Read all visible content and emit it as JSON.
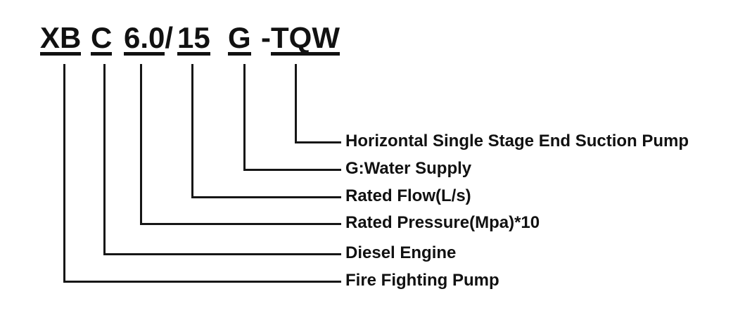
{
  "colors": {
    "background": "#ffffff",
    "text": "#111111",
    "line": "#161616"
  },
  "model_code": {
    "full": "XB C 6.0/ 15 G -TQW",
    "segments": [
      {
        "code": "XB",
        "text": "XB"
      },
      {
        "code": "C",
        "text": "C"
      },
      {
        "code": "6.0",
        "text": "6.0",
        "suffix": "/"
      },
      {
        "code": "15",
        "text": "15"
      },
      {
        "code": "G",
        "text": "G"
      },
      {
        "code": "TQW",
        "text": "TQW",
        "prefix": "-"
      }
    ]
  },
  "legend": {
    "entries": [
      {
        "code": "TQW",
        "label": "Horizontal Single Stage End Suction Pump"
      },
      {
        "code": "G",
        "label": "G:Water Supply"
      },
      {
        "code": "15",
        "label": "Rated Flow(L/s)"
      },
      {
        "code": "6.0",
        "label": "Rated Pressure(Mpa)*10"
      },
      {
        "code": "C",
        "label": "Diesel Engine"
      },
      {
        "code": "XB",
        "label": "Fire Fighting Pump"
      }
    ]
  }
}
